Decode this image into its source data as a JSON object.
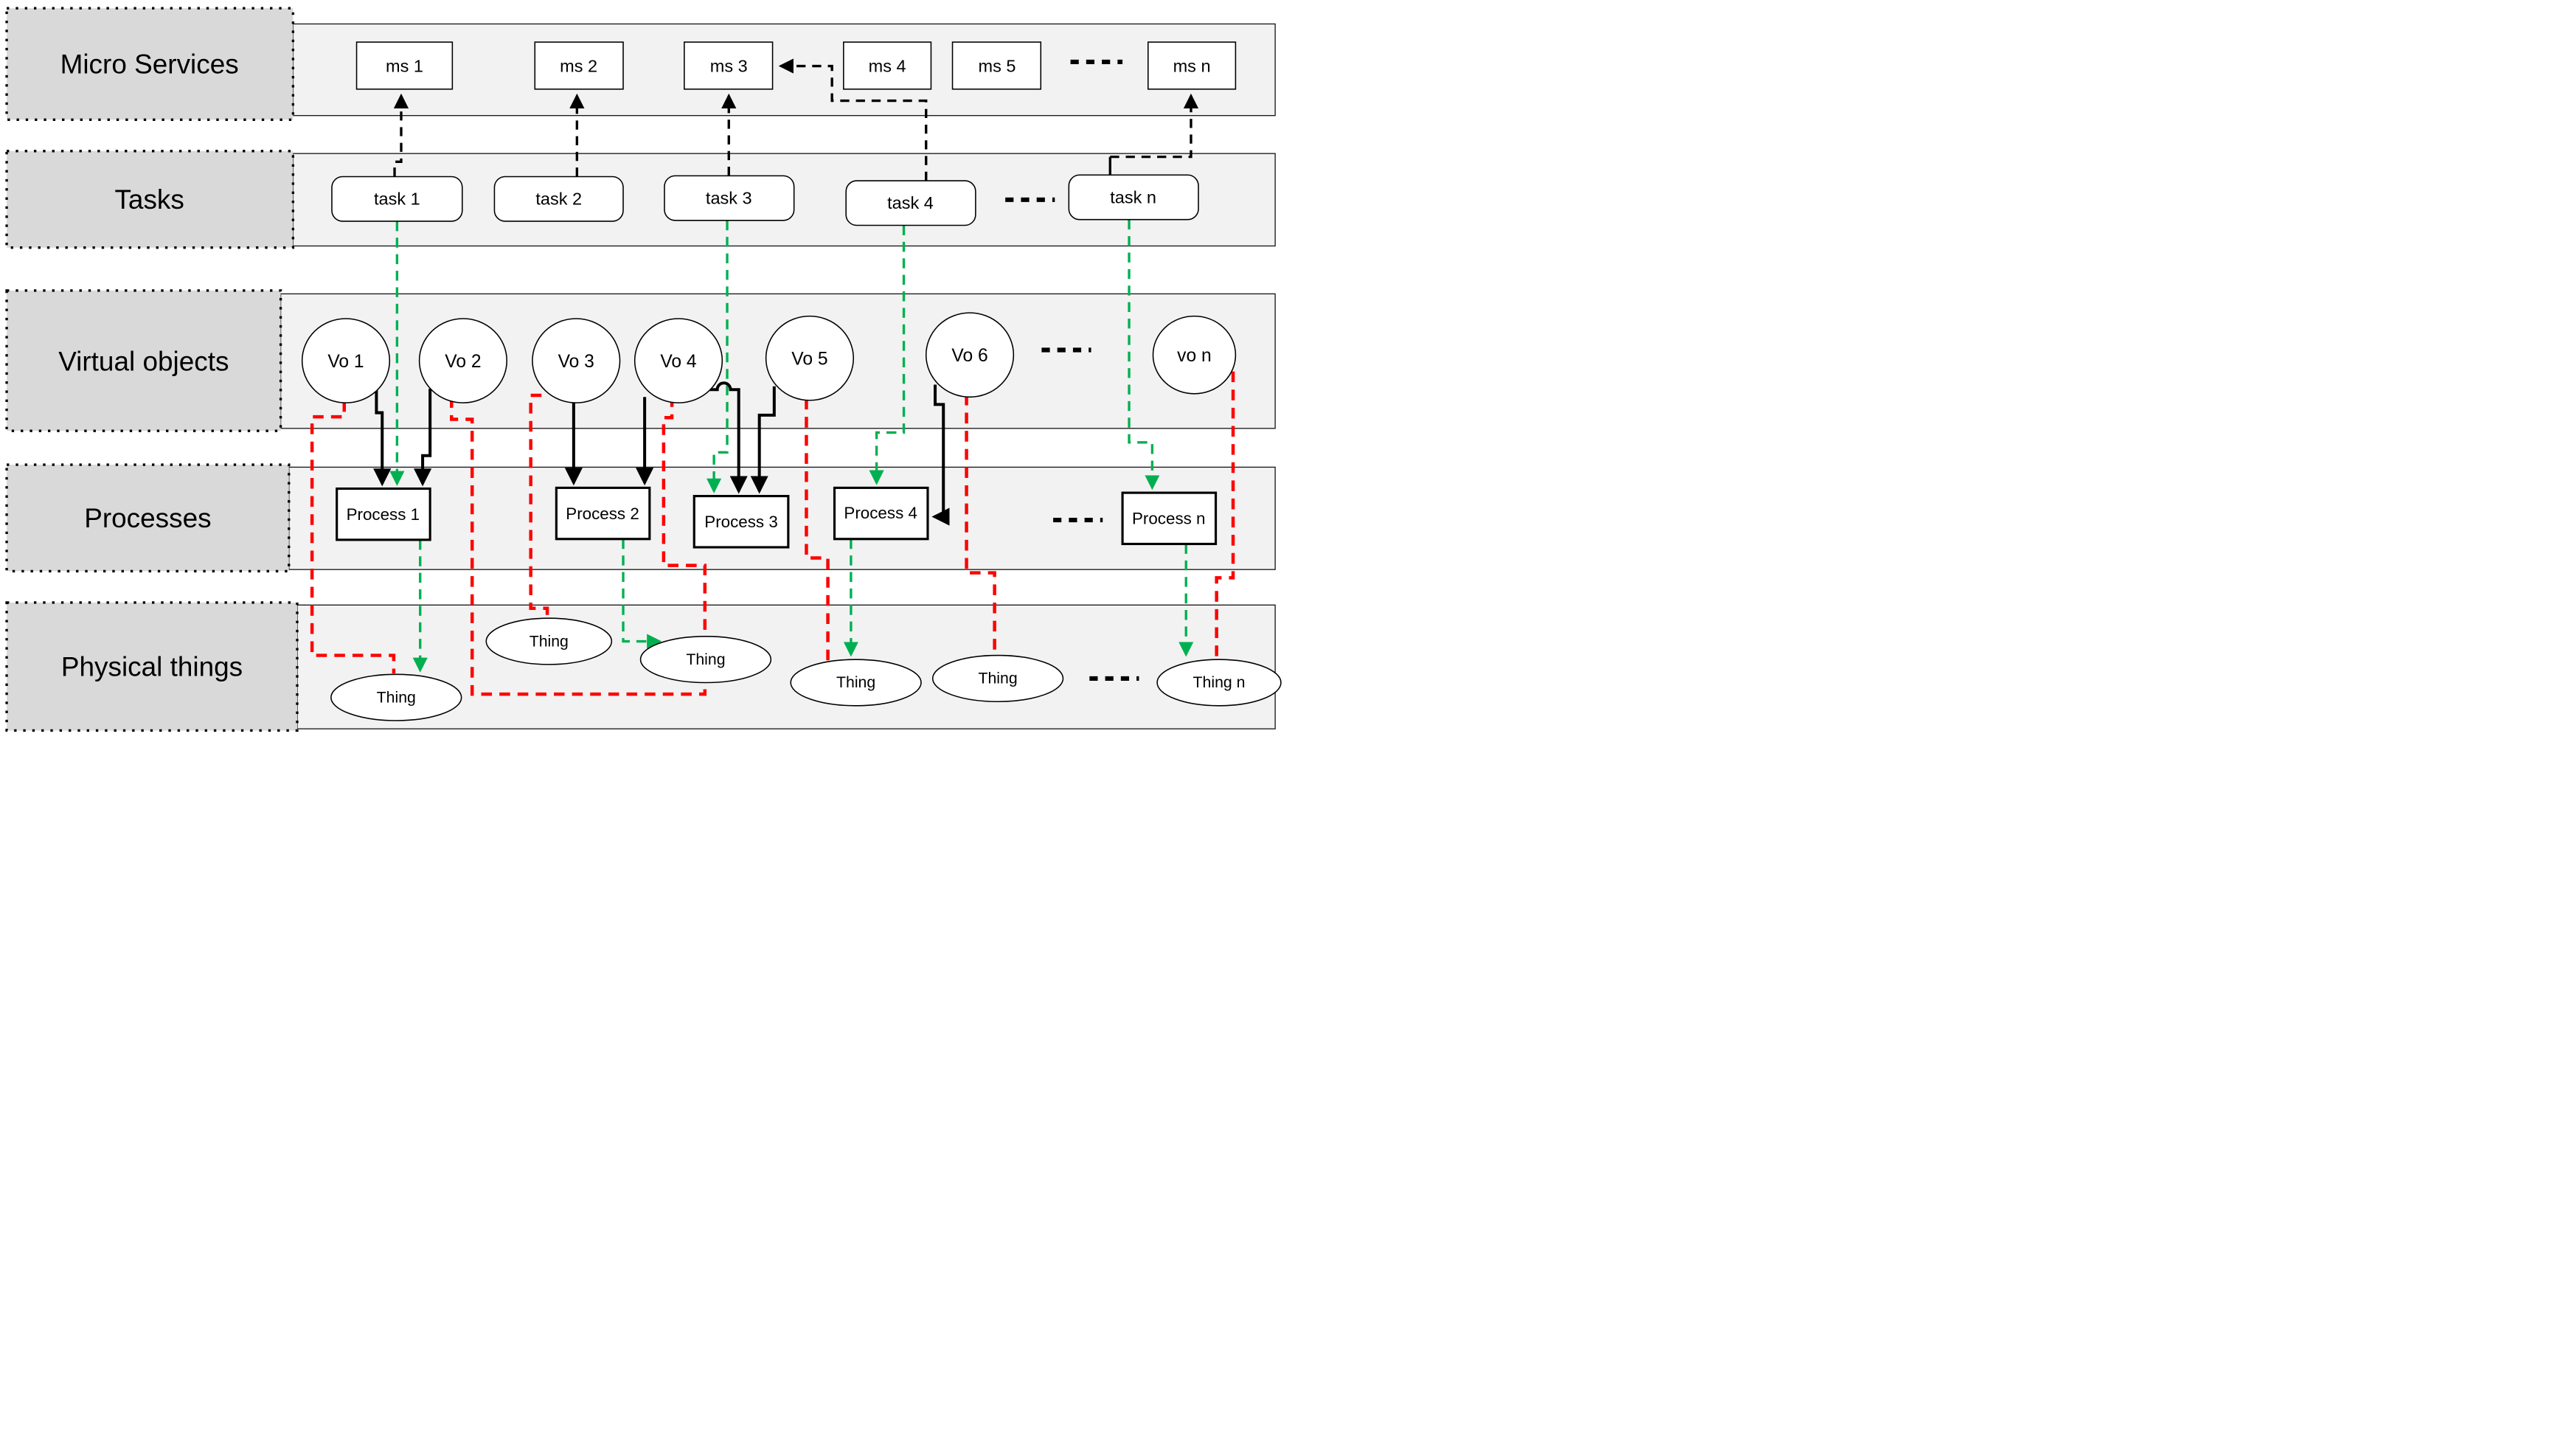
{
  "colors": {
    "black": "#000000",
    "green": "#00B050",
    "red": "#FF0000",
    "band_fill": "#F2F2F2",
    "label_fill": "#D9D9D9",
    "node_fill": "#FFFFFF"
  },
  "rows": [
    {
      "label": "Micro Services",
      "nodes": [
        "ms 1",
        "ms 2",
        "ms 3",
        "ms 4",
        "ms 5",
        "ms n"
      ]
    },
    {
      "label": "Tasks",
      "nodes": [
        "task 1",
        "task 2",
        "task 3",
        "task 4",
        "task n"
      ]
    },
    {
      "label": "Virtual objects",
      "nodes": [
        "Vo 1",
        "Vo 2",
        "Vo 3",
        "Vo 4",
        "Vo 5",
        "Vo 6",
        "vo n"
      ]
    },
    {
      "label": "Processes",
      "nodes": [
        "Process 1",
        "Process 2",
        "Process 3",
        "Process 4",
        "Process n"
      ]
    },
    {
      "label": "Physical things",
      "nodes": [
        "Thing",
        "Thing",
        "Thing",
        "Thing",
        "Thing",
        "Thing n"
      ]
    }
  ],
  "connections": [
    {
      "from": "task 1",
      "to": "ms 1",
      "style": "black-dashed-arrow"
    },
    {
      "from": "task 2",
      "to": "ms 2",
      "style": "black-dashed-arrow"
    },
    {
      "from": "task 3",
      "to": "ms 3",
      "style": "black-dashed-arrow"
    },
    {
      "from": "task 4",
      "to": "ms 3",
      "style": "black-dashed-arrow"
    },
    {
      "from": "task n",
      "to": "ms n",
      "style": "black-dashed-arrow"
    },
    {
      "from": "task 1",
      "to": "Process 1",
      "style": "green-dashed-arrow"
    },
    {
      "from": "task 3",
      "to": "Process 3",
      "style": "green-dashed-arrow"
    },
    {
      "from": "task 4",
      "to": "Process 4",
      "style": "green-dashed-arrow"
    },
    {
      "from": "task n",
      "to": "Process n",
      "style": "green-dashed-arrow"
    },
    {
      "from": "Vo 1",
      "to": "Process 1",
      "style": "black-solid-arrow"
    },
    {
      "from": "Vo 2",
      "to": "Process 1",
      "style": "black-solid-arrow"
    },
    {
      "from": "Vo 3",
      "to": "Process 2",
      "style": "black-solid-arrow"
    },
    {
      "from": "Vo 4",
      "to": "Process 2",
      "style": "black-solid-arrow"
    },
    {
      "from": "Vo 4",
      "to": "Process 3",
      "style": "black-solid-arrow"
    },
    {
      "from": "Vo 5",
      "to": "Process 3",
      "style": "black-solid-arrow"
    },
    {
      "from": "Vo 6",
      "to": "Process 4",
      "style": "black-solid-arrow"
    },
    {
      "from": "Process 1",
      "to": "Thing 1",
      "style": "green-dashed-arrow"
    },
    {
      "from": "Process 2",
      "to": "Thing 3",
      "style": "green-dashed-arrow"
    },
    {
      "from": "Process 4",
      "to": "Thing 4",
      "style": "green-dashed-arrow"
    },
    {
      "from": "Process n",
      "to": "Thing n",
      "style": "green-dashed-arrow"
    },
    {
      "from": "Vo 1",
      "to": "Thing 1",
      "style": "red-dashed"
    },
    {
      "from": "Vo 2",
      "to": "Thing 3",
      "style": "red-dashed"
    },
    {
      "from": "Vo 3",
      "to": "Thing 2",
      "style": "red-dashed"
    },
    {
      "from": "Vo 4",
      "to": "Thing 3",
      "style": "red-dashed"
    },
    {
      "from": "Vo 5",
      "to": "Thing 4",
      "style": "red-dashed"
    },
    {
      "from": "Vo 6",
      "to": "Thing 5",
      "style": "red-dashed"
    },
    {
      "from": "vo n",
      "to": "Thing n",
      "style": "red-dashed"
    }
  ]
}
